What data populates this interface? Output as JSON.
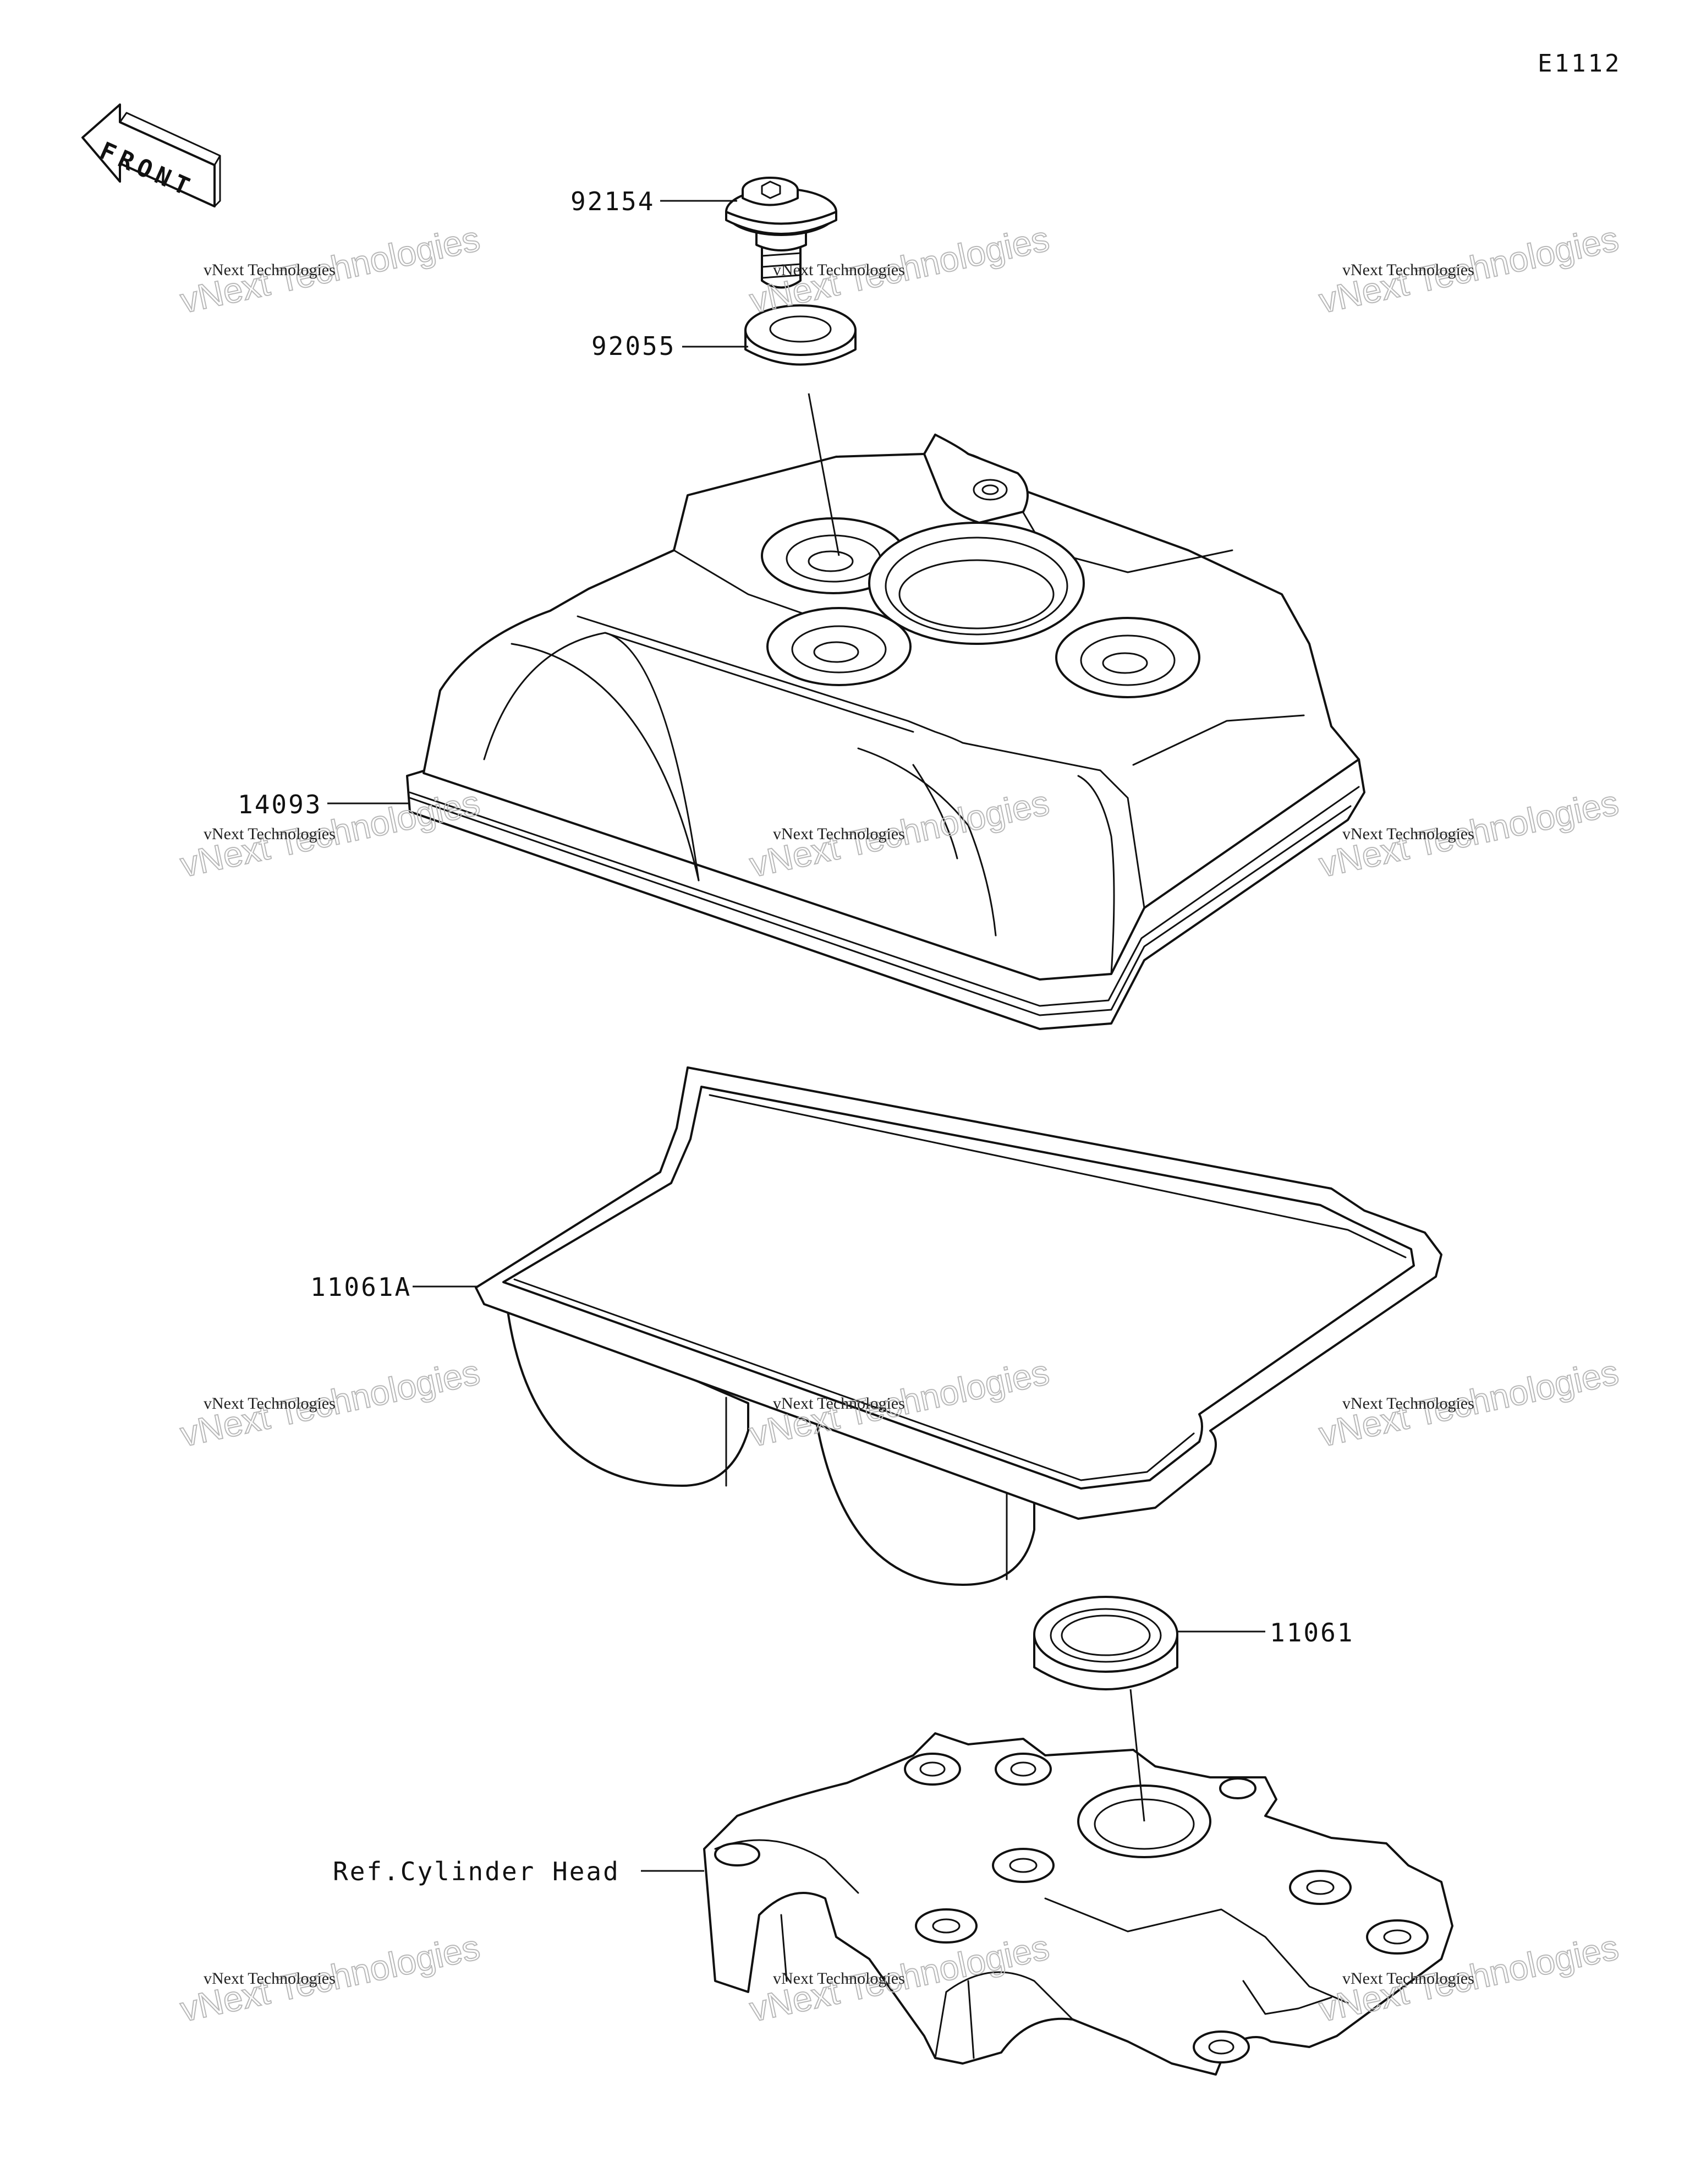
{
  "diagram_code": "E1112",
  "front_arrow": {
    "text": "FRONT"
  },
  "watermark": {
    "line1": "vNext Technologies",
    "line2": "vNext Technologies"
  },
  "callouts": [
    {
      "id": "bolt",
      "part_number": "92154"
    },
    {
      "id": "grommet",
      "part_number": "92055"
    },
    {
      "id": "cylinder-head-cover",
      "part_number": "14093"
    },
    {
      "id": "cover-gasket",
      "part_number": "11061A"
    },
    {
      "id": "plug-hole-gasket",
      "part_number": "11061"
    },
    {
      "id": "cylinder-head-ref",
      "part_number": "Ref.Cylinder Head"
    }
  ]
}
